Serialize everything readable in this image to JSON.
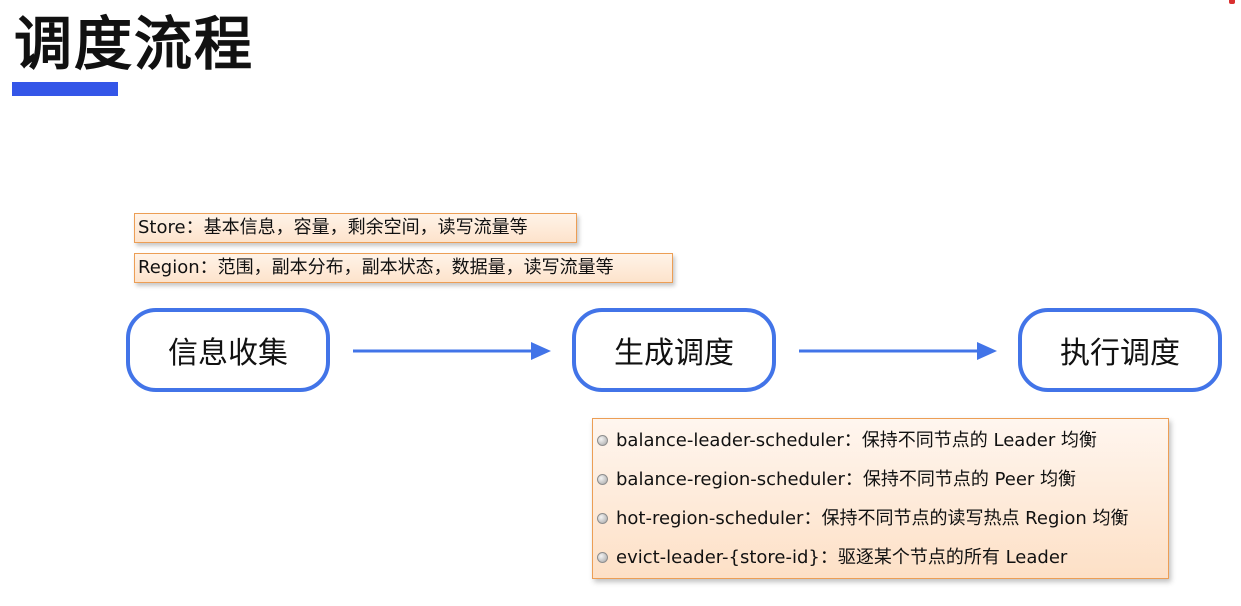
{
  "title": "调度流程",
  "colors": {
    "accent_bar": "#3456e8",
    "step_border": "#4274e8",
    "arrow": "#4274e8",
    "note_border": "#ec9e55",
    "note_fill": "#fde3cc"
  },
  "info_notes": {
    "store": "Store：基本信息，容量，剩余空间，读写流量等",
    "region": "Region：范围，副本分布，副本状态，数据量，读写流量等"
  },
  "steps": {
    "collect": "信息收集",
    "generate": "生成调度",
    "execute": "执行调度"
  },
  "schedulers": [
    "balance-leader-scheduler：保持不同节点的 Leader 均衡",
    "balance-region-scheduler：保持不同节点的 Peer 均衡",
    "hot-region-scheduler：保持不同节点的读写热点 Region 均衡",
    "evict-leader-{store-id}：驱逐某个节点的所有 Leader"
  ]
}
